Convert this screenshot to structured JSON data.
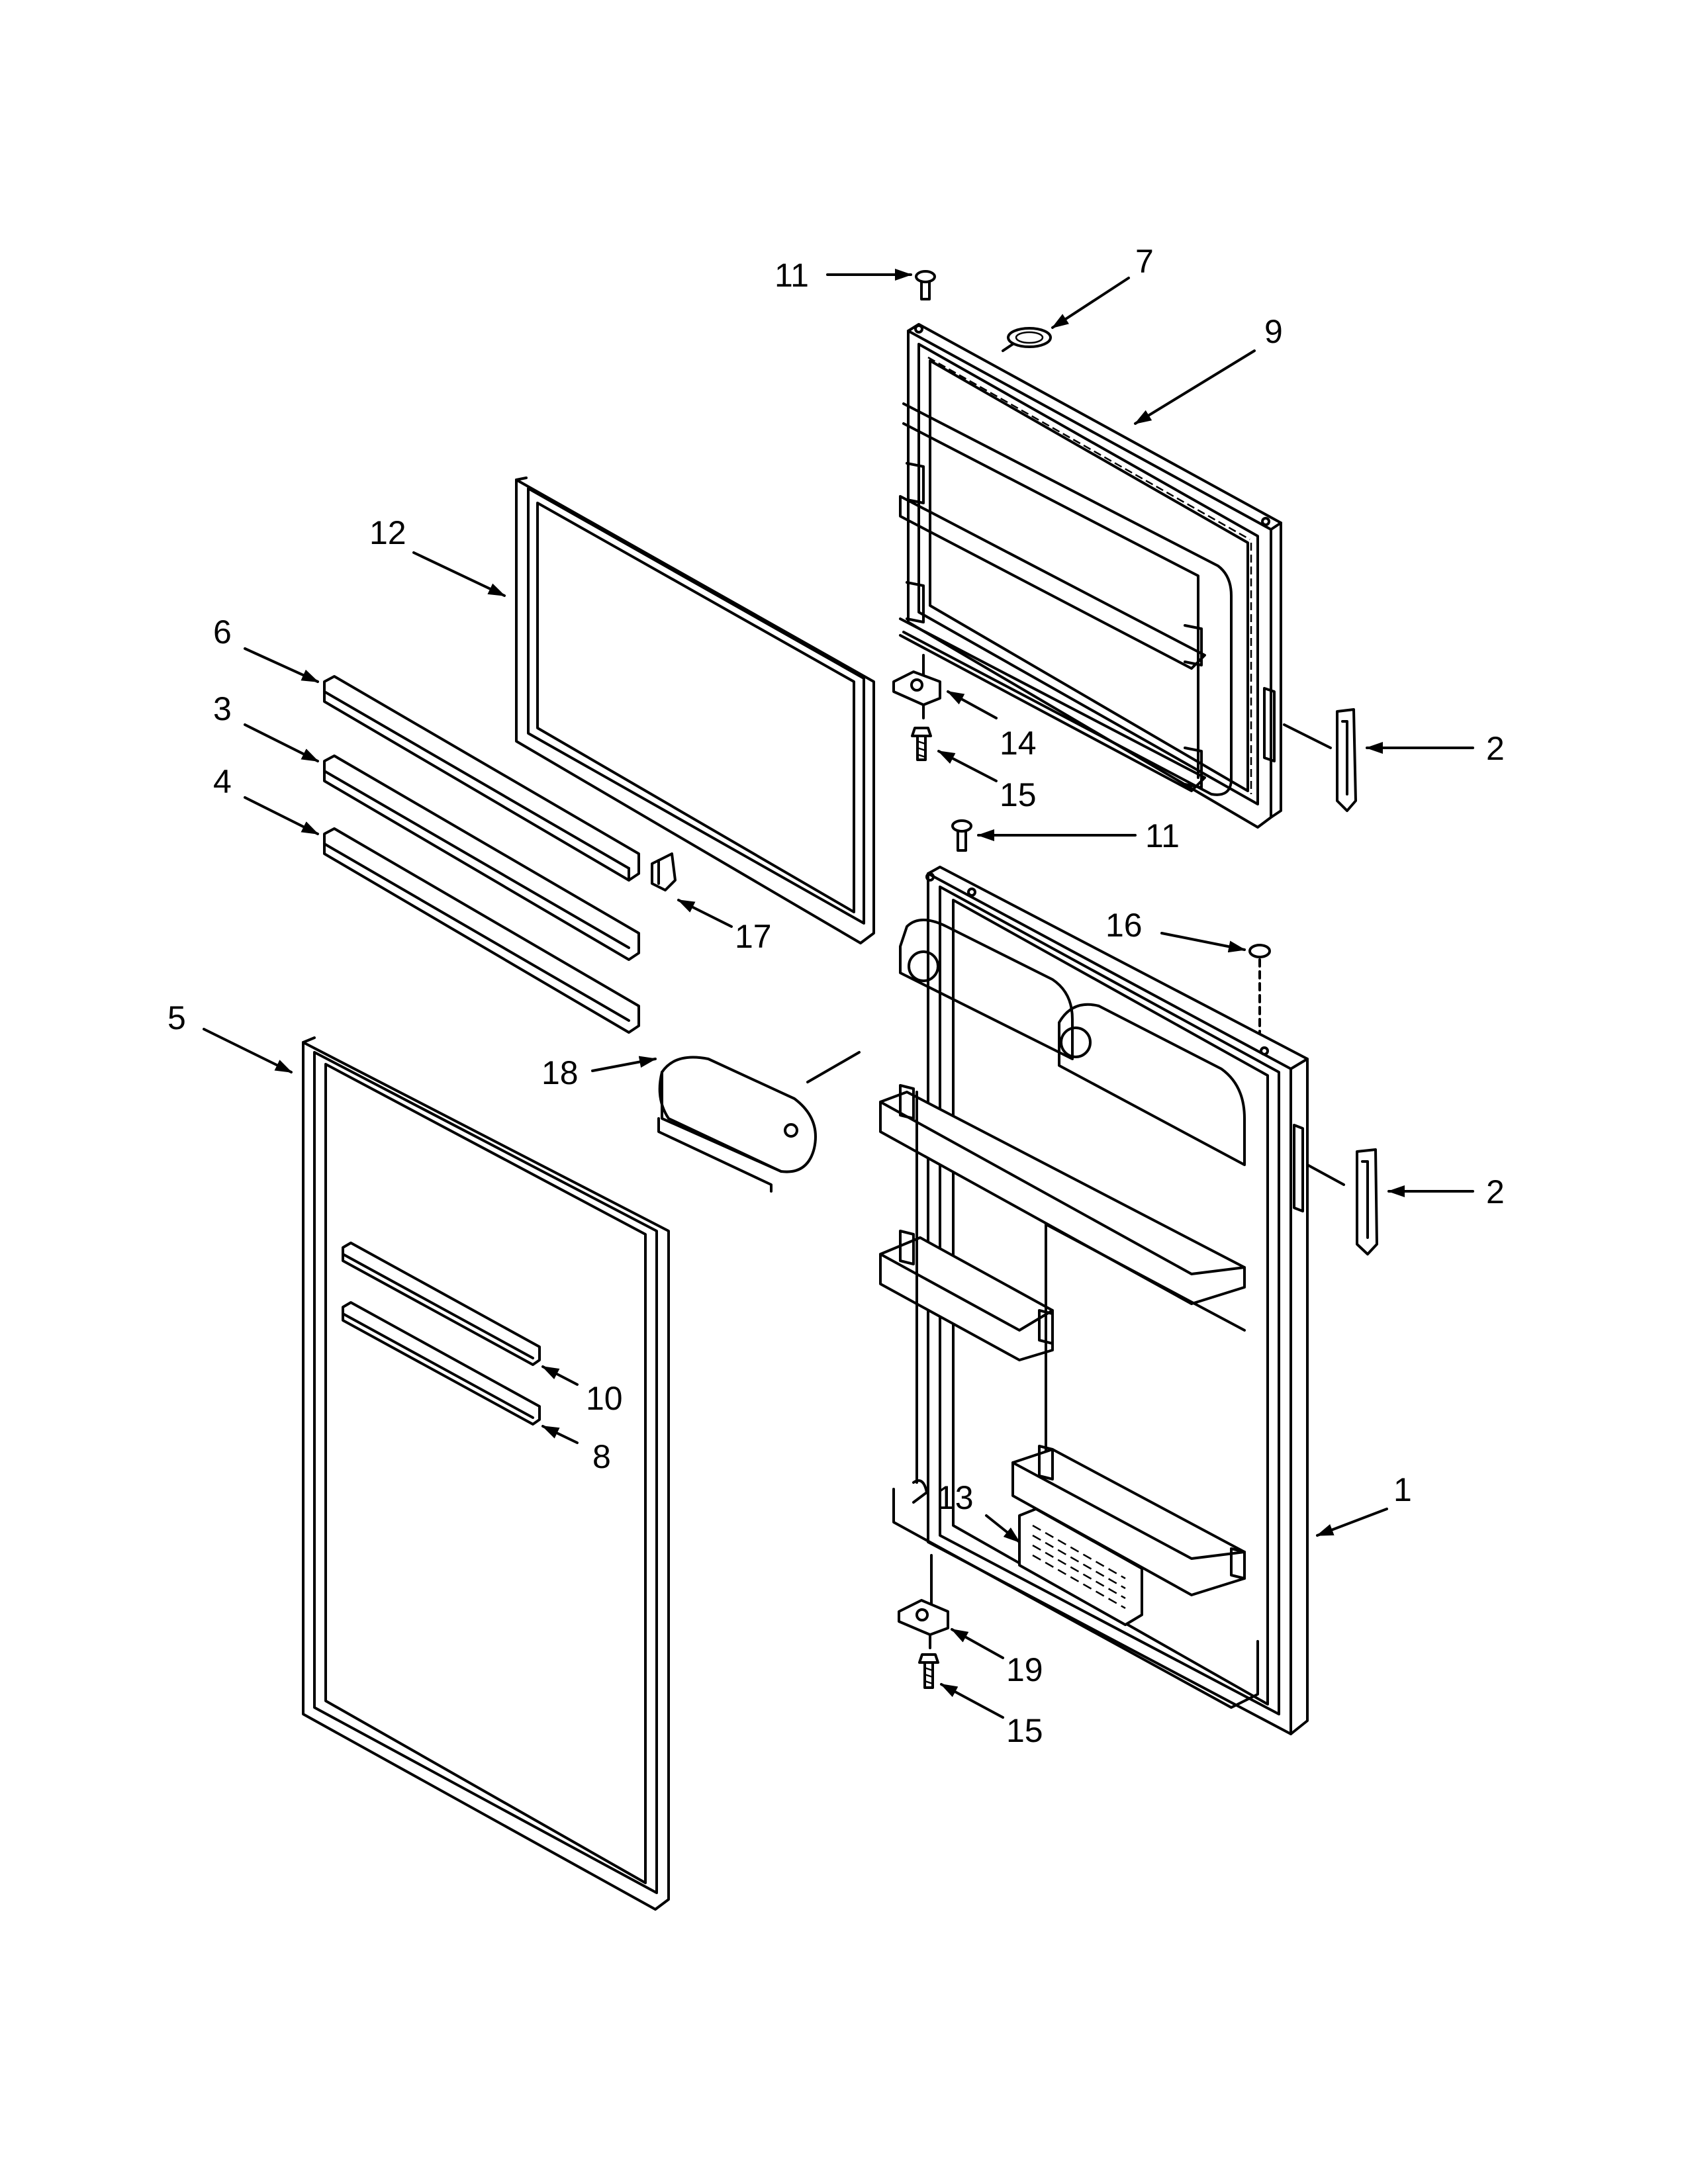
{
  "callouts": [
    {
      "id": "c11a",
      "text": "11"
    },
    {
      "id": "c7",
      "text": "7"
    },
    {
      "id": "c9",
      "text": "9"
    },
    {
      "id": "c12",
      "text": "12"
    },
    {
      "id": "c6",
      "text": "6"
    },
    {
      "id": "c3",
      "text": "3"
    },
    {
      "id": "c4",
      "text": "4"
    },
    {
      "id": "c14",
      "text": "14"
    },
    {
      "id": "c15a",
      "text": "15"
    },
    {
      "id": "c2a",
      "text": "2"
    },
    {
      "id": "c11b",
      "text": "11"
    },
    {
      "id": "c17",
      "text": "17"
    },
    {
      "id": "c16",
      "text": "16"
    },
    {
      "id": "c5",
      "text": "5"
    },
    {
      "id": "c18",
      "text": "18"
    },
    {
      "id": "c2b",
      "text": "2"
    },
    {
      "id": "c10",
      "text": "10"
    },
    {
      "id": "c8",
      "text": "8"
    },
    {
      "id": "c13",
      "text": "13"
    },
    {
      "id": "c1",
      "text": "1"
    },
    {
      "id": "c19",
      "text": "19"
    },
    {
      "id": "c15b",
      "text": "15"
    }
  ]
}
